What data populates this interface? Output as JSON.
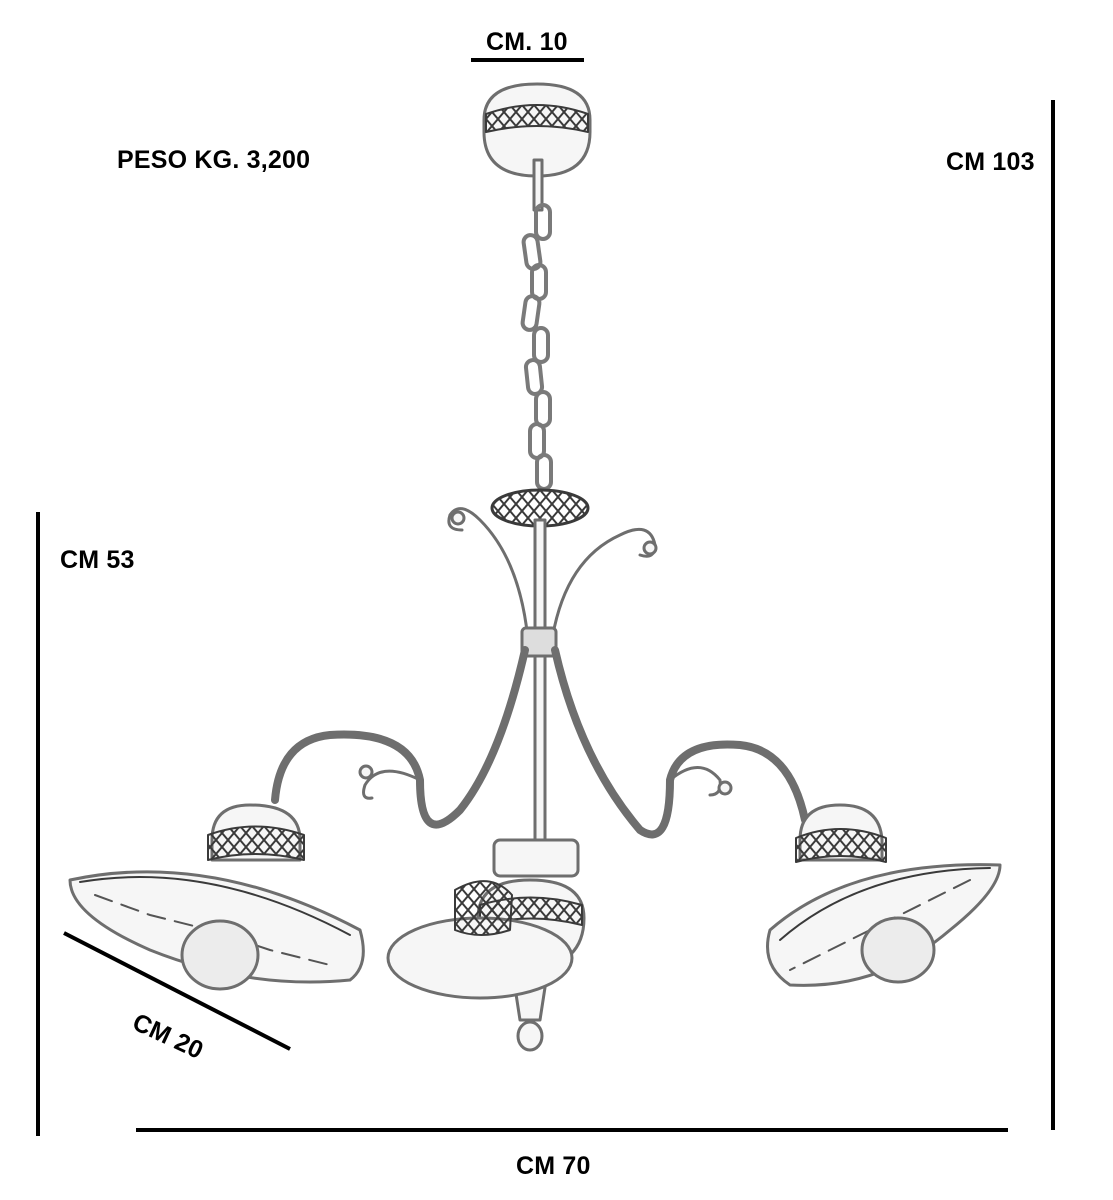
{
  "labels": {
    "rose_width": "CM. 10",
    "weight": "PESO KG. 3,200",
    "total_height": "CM 103",
    "body_height": "CM 53",
    "shade_width": "CM 20",
    "total_width": "CM 70"
  },
  "colors": {
    "line": "#000000",
    "lamp_outline": "#6e6e6e",
    "lamp_fill": "#f6f6f6",
    "decor": "#3a3a3a",
    "bulb": "#ececec"
  }
}
